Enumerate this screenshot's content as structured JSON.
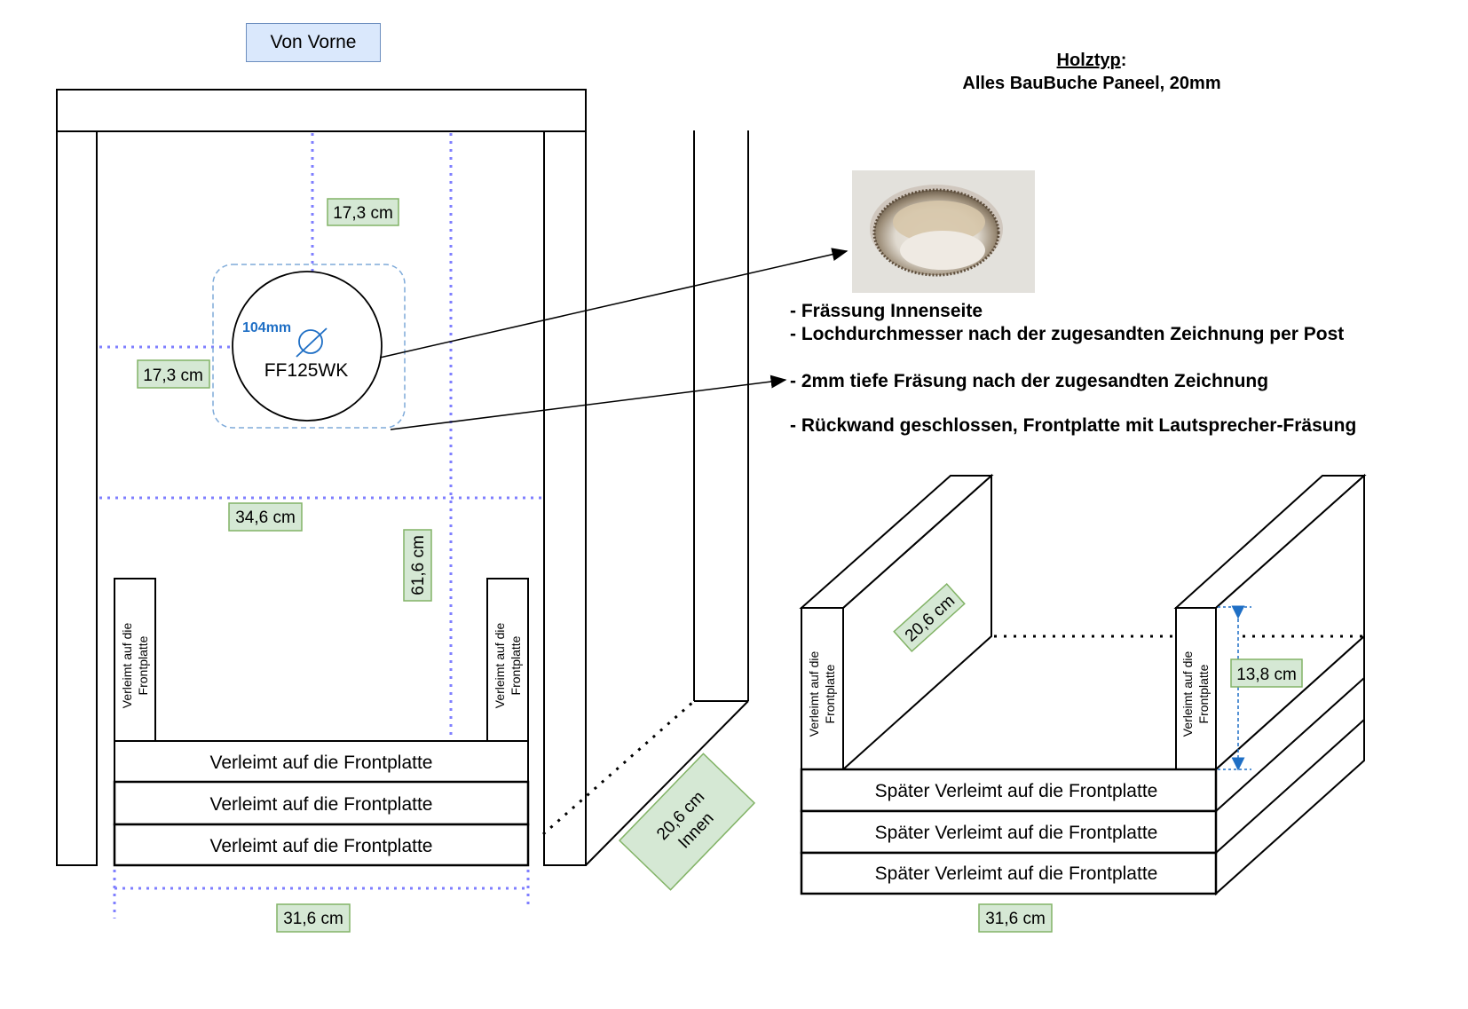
{
  "view_title": "Von Vorne",
  "wood": {
    "heading": "Holztyp",
    "colon": ":",
    "value": "Alles BauBuche Paneel, 20mm"
  },
  "front": {
    "dim_top": "17,3 cm",
    "dim_left": "17,3 cm",
    "dim_width_inner": "34,6 cm",
    "dim_height": "61,6 cm",
    "dim_bottom": "31,6 cm",
    "driver_diameter": "104mm",
    "driver_model": "FF125WK",
    "side_support_line1": "Verleimt auf die",
    "side_support_line2": "Frontplatte",
    "strips": [
      "Verleimt auf die Frontplatte",
      "Verleimt auf die Frontplatte",
      "Verleimt auf die Frontplatte"
    ],
    "depth_line1": "20,6 cm",
    "depth_line2": "Innen"
  },
  "notes": [
    "- Frässung Innenseite",
    "- Lochdurchmesser nach der zugesandten Zeichnung per Post",
    "- 2mm tiefe Fräsung nach der zugesandten Zeichnung",
    "- Rückwand geschlossen, Frontplatte mit Lautsprecher-Fräsung"
  ],
  "iso": {
    "dim_depth": "20,6 cm",
    "dim_height": "13,8 cm",
    "dim_width": "31,6 cm",
    "side_line1": "Verleimt auf die",
    "side_line2": "Frontplatte",
    "strips": [
      "Später Verleimt auf die Frontplatte",
      "Später Verleimt auf die Frontplatte",
      "Später Verleimt auf die Frontplatte"
    ]
  },
  "colors": {
    "dimension_line": "#7f7fff",
    "label_fill": "#d5e8d4",
    "label_stroke": "#82b366",
    "title_fill": "#dae8fc",
    "title_stroke": "#6c8ebf",
    "accent_blue": "#1f6fc5"
  },
  "icons": [
    "hole-photo"
  ]
}
